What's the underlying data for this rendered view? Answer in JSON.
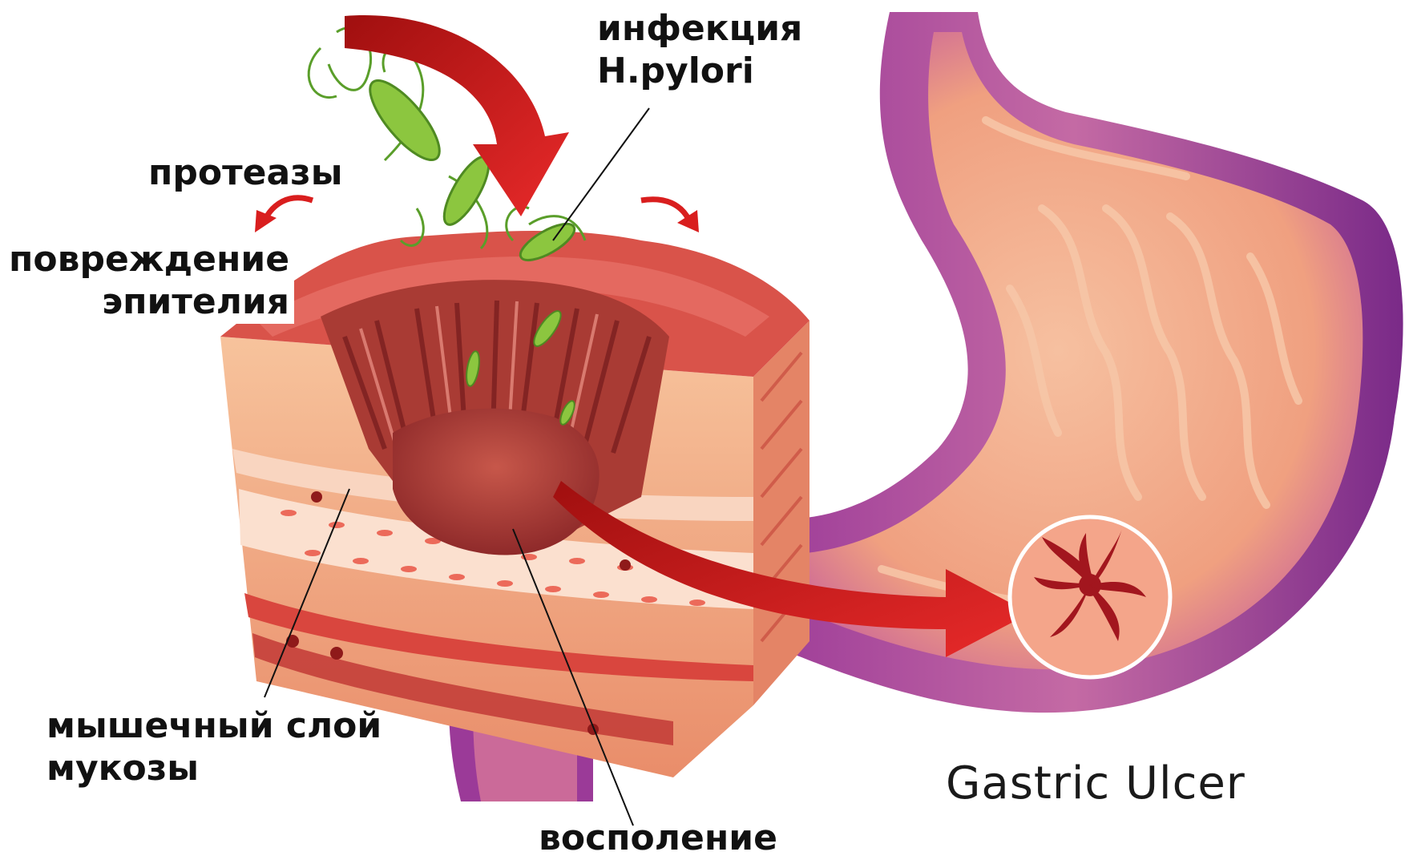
{
  "labels": {
    "infection_line1": "инфекция",
    "infection_line2": "H.pylori",
    "proteases": "протеазы",
    "epithelium_damage_line1": "повреждение",
    "epithelium_damage_line2": "эпителия",
    "muscle_layer_line1": "мышечный слой",
    "muscle_layer_line2": "мукозы",
    "inflammation": "восполение",
    "caption": "Gastric Ulcer"
  },
  "colors": {
    "stomach_outer": "#8a2f8c",
    "stomach_inner": "#f2a88a",
    "tissue_top": "#d9534a",
    "tissue_side": "#f4b08c",
    "ulcer_crater": "#b8433a",
    "bacteria": "#8cc63f",
    "arrow": "#d91e1e"
  },
  "icons": [
    "bacterium-icon",
    "curved-arrow-icon",
    "ulcer-lesion-icon"
  ]
}
